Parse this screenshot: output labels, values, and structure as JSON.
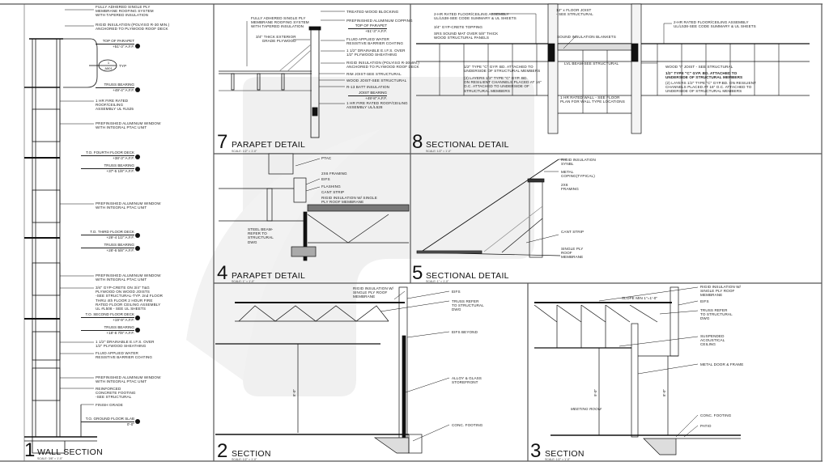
{
  "panels": {
    "p1": {
      "number": "1",
      "title": "WALL SECTION",
      "scale": "SCALE: 3/8\" = 1'-0\"",
      "tag": {
        "top": "1",
        "bottom": "A501",
        "suffix": "TYP"
      },
      "notes": [
        "FULLY ADHERED SINGLE PLY\nMEMBRANE ROOFING SYSTEM\nWITH TAPERED INSULATION",
        "RIGID INSULATION (POLYISO R-30 MIN.)\nANCHORED TO PLYWOOD ROOF DECK",
        "1 HR FIRE RATED\nROOF/CEILING\nASSEMBLY UL #L525",
        "PREFINISHED ALUMINUM WINDOW\nWITH INTEGRAL PTAC UNIT",
        "PREFINISHED ALUMINUM WINDOW\nWITH INTEGRAL PTAC UNIT",
        "PREFINISHED ALUMINUM WINDOW\nWITH INTEGRAL PTAC UNIT",
        "3/4\" GYP-CRETE ON 3/4\" T&G\nPLYWOOD ON WOOD JOISTS\n-SEE STRUCTURAL-TYP. 2nd FLOOR\nTHRU 4th FLOOR 2 HOUR FIRE\nRATED FLOOR CEILING ASSEMBLY\nUL #L508 - SEE UL SHEETS",
        "1 1/2\" DRAINABLE E.I.F.S. OVER\n1/2\" PLYWOOD SHEATHING",
        "FLUID APPLIED WATER\nRESISTIVE BARRIER COATING",
        "PREFINISHED ALUMINUM WINDOW\nWITH INTEGRAL PTAC UNIT",
        "REINFORCED\nCONCRETE FOOTING\n-SEE STRUCTURAL",
        "FINISH GRADE"
      ],
      "levels": [
        {
          "name": "TOP OF PARAPET",
          "elev": "+51'-3\" A.F.F."
        },
        {
          "name": "TRUSS BEARING",
          "elev": "+49'-4\" A.F.F."
        },
        {
          "name": "T.O. FOURTH FLOOR DECK",
          "elev": "+38'-3\" A.F.F."
        },
        {
          "name": "TRUSS BEARING",
          "elev": "+37'-5 1/8\" A.F.F."
        },
        {
          "name": "T.O. THIRD FLOOR DECK",
          "elev": "+29'-4 1/2\" A.F.F."
        },
        {
          "name": "TRUSS BEARING",
          "elev": "+28'-6 5/8\" A.F.F."
        },
        {
          "name": "T.O. SECOND FLOOR DECK",
          "elev": "+19'-9\" A.F.F."
        },
        {
          "name": "TRUSS BEARING",
          "elev": "+18'-8 7/8\" A.F.F."
        },
        {
          "name": "T.O. GROUND FLOOR SLAB",
          "elev": "0'-0\""
        }
      ]
    },
    "p7": {
      "number": "7",
      "title": "PARAPET DETAIL",
      "scale": "SCALE: 1/2\" = 1'-0\"",
      "notes": [
        "FULLY ADHERED SINGLE PLY\nMEMBRANE ROOFING SYSTEM\nWITH TAPERED INSULATION",
        "3/4\" THICK EXTERIOR\nGRADE PLYWOOD",
        "TREATED WOOD BLOCKING",
        "PREFINISHED ALUMINUM COPPING",
        "FLUID APPLIED WATER\nRESISTIVE BARRIER COATING",
        "1 1/2\" DRAINABLE E.I.F.S. OVER\n1/2\" PLYWOOD SHEATHING",
        "RIGID INSULATION (POLYISO R-30MIN.)\nANCHORED TO PLYWOOD ROOF DECK",
        "RIM JOIST-SEE STRUCTURAL",
        "WOOD JOIST-SEE STRUCTURAL",
        "R-13 BATT INSULATION",
        "1 HR FIRE RATED ROOF/CEILING\nASSEMBLY UL/L528"
      ],
      "levels": [
        {
          "name": "TOP OF PARAPET",
          "elev": "+51'-3\" A.F.F."
        },
        {
          "name": "JOIST BEARING",
          "elev": "+49'-8\" A.F.F."
        }
      ]
    },
    "p8": {
      "number": "8",
      "title": "SECTIONAL DETAIL",
      "scale": "SCALE: 1/2\" = 1'-0\"",
      "notes": [
        "2-HR RATED FLOOR/CEILING ASSEMBLY\nUL/L538-SEE CODE SUMMARY & UL SHEETS",
        "3/4\" GYP-CRETE TOPPING",
        "SRS SOUND MAT OVER 5/8\" THICK\nWOOD STRUCTURAL PANELS",
        "12\" x FLOOR JOIST\n- SEE STRUCTURAL",
        "SOUND INSULATION BLANKETS",
        "2-HR RATED FLOOR/CEILING ASSEMBLY\nUL/L538-SEE CODE SUMMARY & UL SHEETS",
        "1/2\" TYPE \"C\" GYP. BD. ATTACHED TO\nUNDERSIDE OF STRUCTURAL MEMBERS",
        "LVL BEAM-SEE STRUCTURAL",
        "(2) LAYERS 1/2\" TYPE \"C\" GYP. BD.\nON RESILIENT CHANNELS PLACED AT 16\"\nO.C. ATTACHED TO UNDERSIDE OF\nSTRUCTURAL MEMBERS",
        "WOOD \"I\" JOIST - SEE STRUCTURAL",
        "1/2\" TYPE \"C\" GYP. BD. ATTACHED TO\nUNDERSIDE OF STRUCTURAL MEMBERS",
        "(2) LAYERS 1/2\" TYPE \"C\" GYP.BD. ON RESILIENT\nCHANNELS PLACED AT 16\" O.C. ATTACHED TO\nUNDERSIDE OF STRUCTURAL MEMBERS",
        "1 HR RATED WALL - SEE FLOOR\nPLAN FOR WALL TYPE LOCATIONS"
      ]
    },
    "p4": {
      "number": "4",
      "title": "PARAPET DETAIL",
      "scale": "SCALE: 1\" = 1'-0\"",
      "notes": [
        "PTAC",
        "2X6 FRAMING",
        "EIFS",
        "FLASHING",
        "CANT STRIP",
        "RIGID INSULATION W/ SINGLE\nPLY ROOF MEMBRANE",
        "STEEL BEAM-\nREFER TO\nSTRUCTURAL\nDWG"
      ]
    },
    "p5": {
      "number": "5",
      "title": "SECTIONAL DETAIL",
      "scale": "SCALE: 1\" = 1'-0\"",
      "notes": [
        "RIGID INSULATION\nSYNBL",
        "METAL\nCOPING(TYPICAL)",
        "2X6\nFRAMING",
        "CANT STRIP",
        "SINGLE PLY\nROOF\nMEMBRANE"
      ]
    },
    "p2": {
      "number": "2",
      "title": "SECTION",
      "scale": "SCALE: 1/2\" = 1'-0\"",
      "notes": [
        "RIGID INSULATION W/\nSINGLE PLY ROOF\nMEMBRANE",
        "EIFS",
        "TRUSS REFER\nTO STRUCTURAL\nDWG",
        "EIFS BEYOND",
        "ALLOY & GLASS\nSTOREFRONT",
        "CONC. FOOTING"
      ],
      "dimension": "8'-0\""
    },
    "p3": {
      "number": "3",
      "title": "SECTION",
      "scale": "SCALE: 1/2\" = 1'-0\"",
      "notes": [
        "RIGID INSULATION W/\nSINGLE PLY ROOF\nMEMBRANE",
        "EIFS",
        "TRUSS REFER\nTO STRUCTURAL\nDWG",
        "SUSPENDED\nACOUSTICAL\nCEILING",
        "METAL DOOR & FRAME",
        "CONC. FOOTING",
        "PATIO"
      ],
      "slope": "SLOPE MIN 1\"=1'-0\"",
      "room": "MEETING ROOM",
      "dimensions": [
        "9'-0\"",
        "8'-0\""
      ]
    }
  },
  "colors": {
    "line": "#111111",
    "watermark": "#ececec",
    "border": "#555555"
  }
}
